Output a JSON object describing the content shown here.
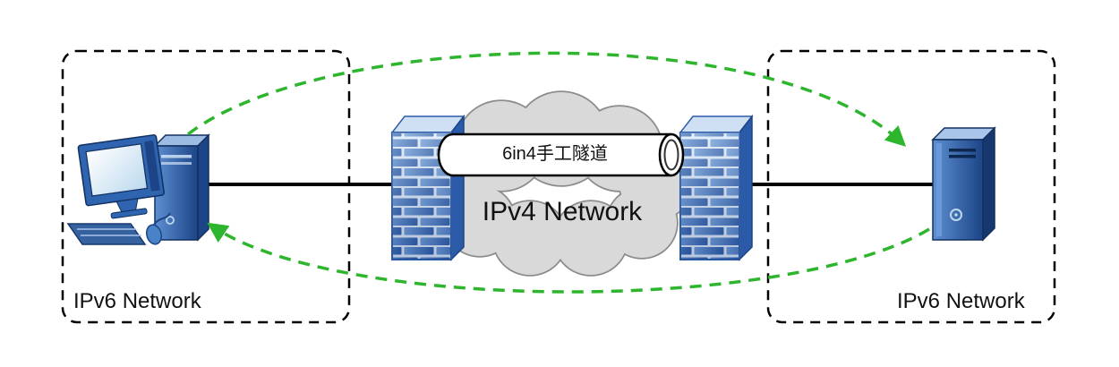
{
  "diagram": {
    "left_network": {
      "label": "IPv6 Network"
    },
    "right_network": {
      "label": "IPv6 Network"
    },
    "cloud": {
      "label": "IPv4 Network"
    },
    "tunnel": {
      "label": "6in4手工隧道"
    },
    "icons": {
      "pc_icon": "desktop computer with monitor, keyboard and mouse",
      "server_icon": "server tower",
      "firewall_icon": "brick wall firewall",
      "cloud_icon": "network cloud",
      "tunnel_pipe_icon": "tunnel pipe cylinder",
      "dashed_arrow_icon": "green dashed curved arrow"
    },
    "colors": {
      "arrow_green": "#2db52d",
      "cloud_fill": "#d9d9d9",
      "firewall_blue": "#3f76c0",
      "device_blue": "#2f5ea8",
      "line_black": "#000000"
    }
  }
}
